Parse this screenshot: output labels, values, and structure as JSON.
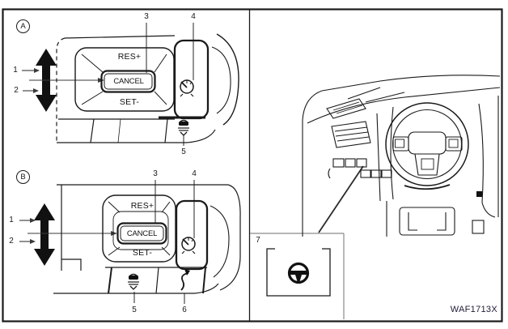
{
  "figure": {
    "code": "WAF1713X"
  },
  "panel_a": {
    "label": "A",
    "callouts": {
      "c1": "1",
      "c2": "2",
      "c3": "3",
      "c4": "4",
      "c5": "5"
    },
    "switch": {
      "res": "RES+",
      "cancel": "CANCEL",
      "set": "SET-"
    }
  },
  "panel_b": {
    "label": "B",
    "callouts": {
      "c1": "1",
      "c2": "2",
      "c3": "3",
      "c4": "4",
      "c5": "5",
      "c6": "6"
    },
    "switch": {
      "res": "RES+",
      "cancel": "CANCEL",
      "set": "SET-"
    }
  },
  "inset": {
    "callout": "7"
  },
  "icons": {
    "panel_a_4": "cruise-control-main-switch-icon",
    "panel_a_5": "following-distance-switch-icon",
    "panel_b_4": "propilot-assist-switch-icon",
    "panel_b_5": "following-distance-switch-icon",
    "panel_b_6": "steering-assist-switch-icon",
    "inset_7": "heated-steering-wheel-switch-icon"
  },
  "colors": {
    "line": "#1a1a1a",
    "leader": "#4a4a4a",
    "muted": "#8a8a8a",
    "background": "#ffffff"
  }
}
